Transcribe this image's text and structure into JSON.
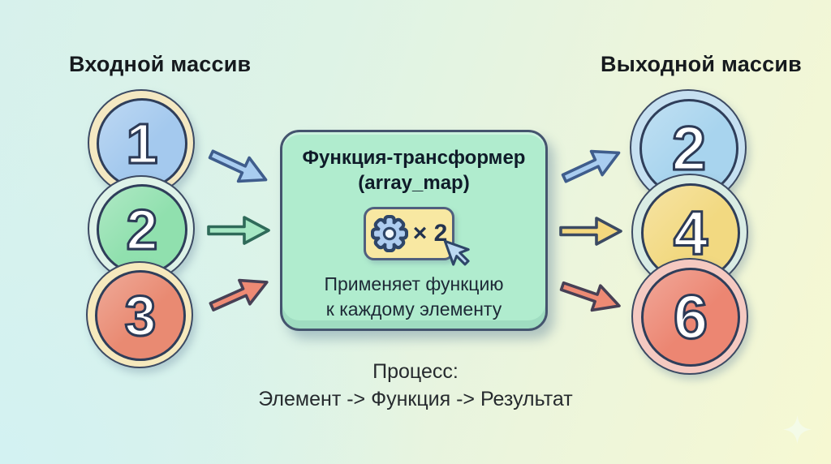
{
  "input_array": {
    "title": "Входной массив",
    "items": [
      {
        "value": "1",
        "fill": "#a4c9ee",
        "ring": "#f4e8c2"
      },
      {
        "value": "2",
        "fill": "#90e0ae",
        "ring": "#def2e8"
      },
      {
        "value": "3",
        "fill": "#e98a72",
        "ring": "#f6e9bd"
      }
    ]
  },
  "output_array": {
    "title": "Выходной массив",
    "items": [
      {
        "value": "2",
        "fill": "#a8d4ee",
        "ring": "#c6e0f1"
      },
      {
        "value": "4",
        "fill": "#f2d981",
        "ring": "#d9ece4"
      },
      {
        "value": "6",
        "fill": "#ec8672",
        "ring": "#f5c9c1"
      }
    ]
  },
  "transformer": {
    "title_line1": "Функция-трансформер",
    "title_line2": "(array_map)",
    "chip_label": "× 2",
    "description_line1": "Применяет функцию",
    "description_line2": "к каждому элементу",
    "box_fill": "#b0ecce",
    "box_border": "#44546e",
    "chip_fill": "#f8e8a2",
    "chip_border": "#50607e",
    "gear_fill": "#aecdf0",
    "gear_stroke": "#2e4668",
    "cursor_fill": "#bcd8f2",
    "cursor_stroke": "#2e4668"
  },
  "arrows": {
    "input": [
      {
        "name": "input-1-to-function",
        "fill": "#a9cdf0",
        "stroke": "#3f5d8c"
      },
      {
        "name": "input-2-to-function",
        "fill": "#a6e8c4",
        "stroke": "#2f6a59"
      },
      {
        "name": "input-3-to-function",
        "fill": "#ee8a74",
        "stroke": "#474055"
      }
    ],
    "output": [
      {
        "name": "function-to-output-2",
        "fill": "#a9cdf0",
        "stroke": "#3f5d8c"
      },
      {
        "name": "function-to-output-4",
        "fill": "#f4d87e",
        "stroke": "#3b4a63"
      },
      {
        "name": "function-to-output-6",
        "fill": "#ee8a74",
        "stroke": "#474055"
      }
    ]
  },
  "process": {
    "line1": "Процесс:",
    "line2": "Элемент -> Функция -> Результат"
  },
  "icons": {
    "gear": "gear-icon",
    "cursor": "cursor-icon",
    "sparkle": "sparkle-icon"
  }
}
